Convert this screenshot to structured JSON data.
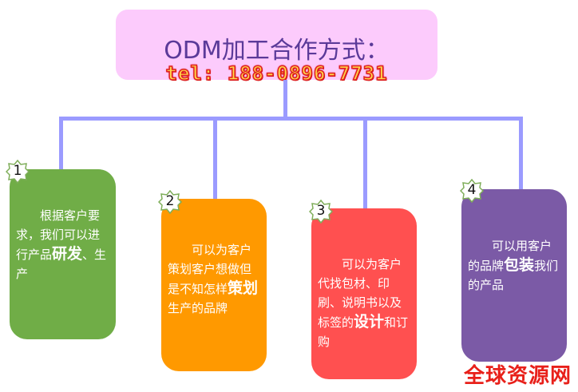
{
  "title": "ODM加工合作方式：",
  "tel": "tel: 188-0896-7731",
  "colors": {
    "connector": "#9b9bff",
    "green": "#70ad47",
    "orange": "#ff9900",
    "red": "#ff5050",
    "purple": "#7b5aa6"
  },
  "steps": [
    {
      "num": "1",
      "pre": "根据客户要求，我们可以进行产品",
      "bold": "研发",
      "post": "、生产"
    },
    {
      "num": "2",
      "pre": "可以为客户策划客户想做但是不知怎样",
      "bold": "策划",
      "post": "生产的品牌"
    },
    {
      "num": "3",
      "pre": "可以为客户代找包材、印刷、说明书以及标签的",
      "bold": "设计",
      "post": "和订购"
    },
    {
      "num": "4",
      "pre": "可以用客户的品牌",
      "bold": "包装",
      "post": "我们的产品"
    }
  ],
  "watermark": "全球资源网"
}
